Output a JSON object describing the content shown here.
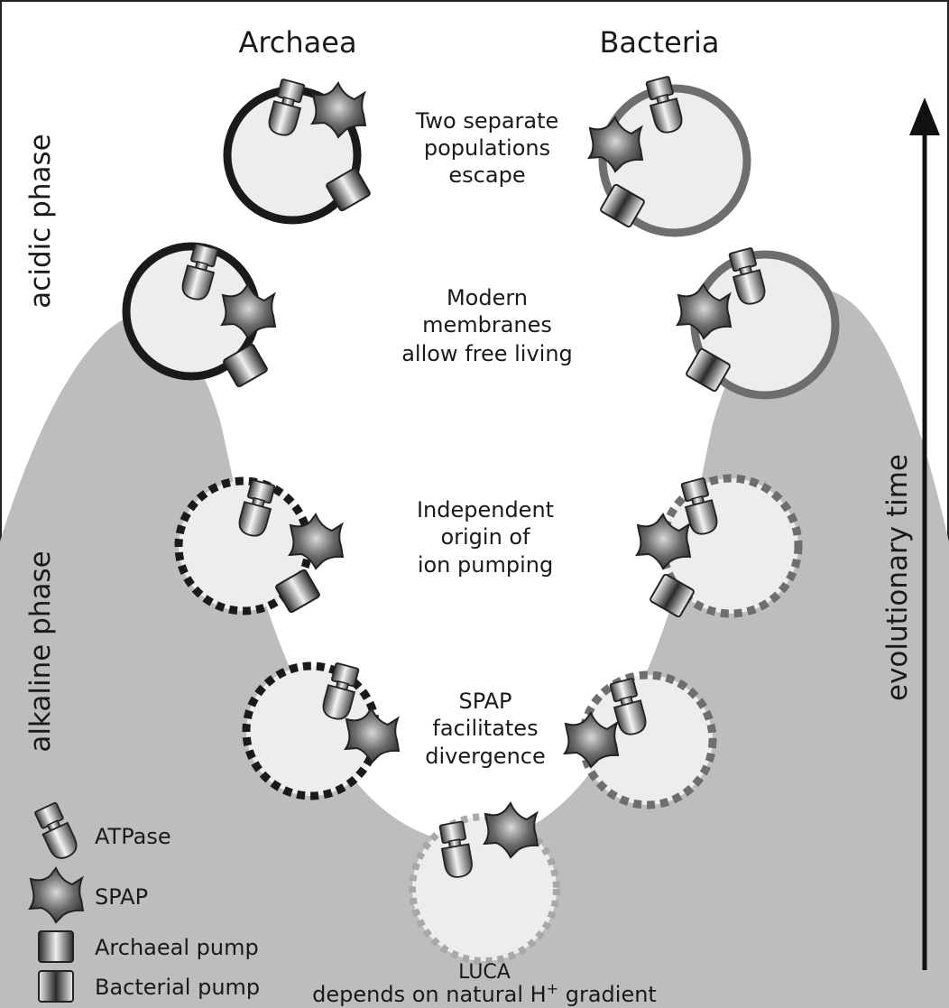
{
  "columns": {
    "archaea": "Archaea",
    "bacteria": "Bacteria"
  },
  "phases": {
    "acidic": "acidic phase",
    "alkaline": "alkaline phase"
  },
  "time_axis": "evolutionary time",
  "stages": {
    "escape": [
      "Two separate",
      "populations",
      "escape"
    ],
    "modern": [
      "Modern",
      "membranes",
      "allow free living"
    ],
    "ion": [
      "Independent",
      "origin of",
      "ion pumping"
    ],
    "spap": [
      "SPAP",
      "facilitates",
      "divergence"
    ]
  },
  "luca": {
    "line1": "LUCA",
    "line2_pre": "depends on natural H",
    "line2_sup": "+",
    "line2_post": " gradient"
  },
  "legend": {
    "atpase": "ATPase",
    "spap": "SPAP",
    "archaeal_pump": "Archaeal pump",
    "bacterial_pump": "Bacterial pump"
  },
  "colors": {
    "background_wedge": "#bdbdbd",
    "cell_fill": "#ededed",
    "archaea_membrane": "#1a1a1a",
    "bacteria_membrane": "#6e6e6e",
    "luca_membrane": "#a8a8a8"
  }
}
